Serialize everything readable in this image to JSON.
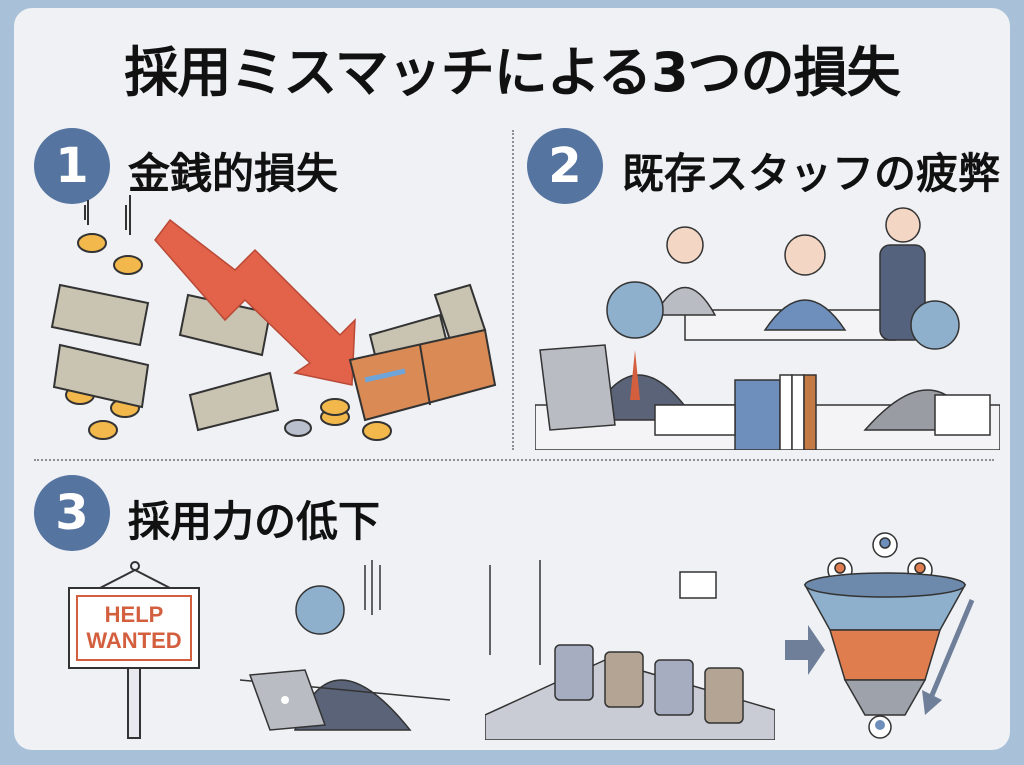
{
  "title": "採用ミスマッチによる3つの損失",
  "sections": [
    {
      "number": "1",
      "title": "金銭的損失"
    },
    {
      "number": "2",
      "title": "既存スタッフの疲弊"
    },
    {
      "number": "3",
      "title": "採用力の低下"
    }
  ],
  "sign": {
    "line1": "HELP",
    "line2": "WANTED"
  },
  "colors": {
    "background": "#a9c1d8",
    "card": "#eff1f5",
    "badge": "#5674a0",
    "arrow_red": "#e2624a",
    "sign_red": "#d35f3f",
    "funnel_blue": "#8fb0cc",
    "funnel_orange": "#e07d4f",
    "funnel_gray": "#9ea3ab"
  }
}
